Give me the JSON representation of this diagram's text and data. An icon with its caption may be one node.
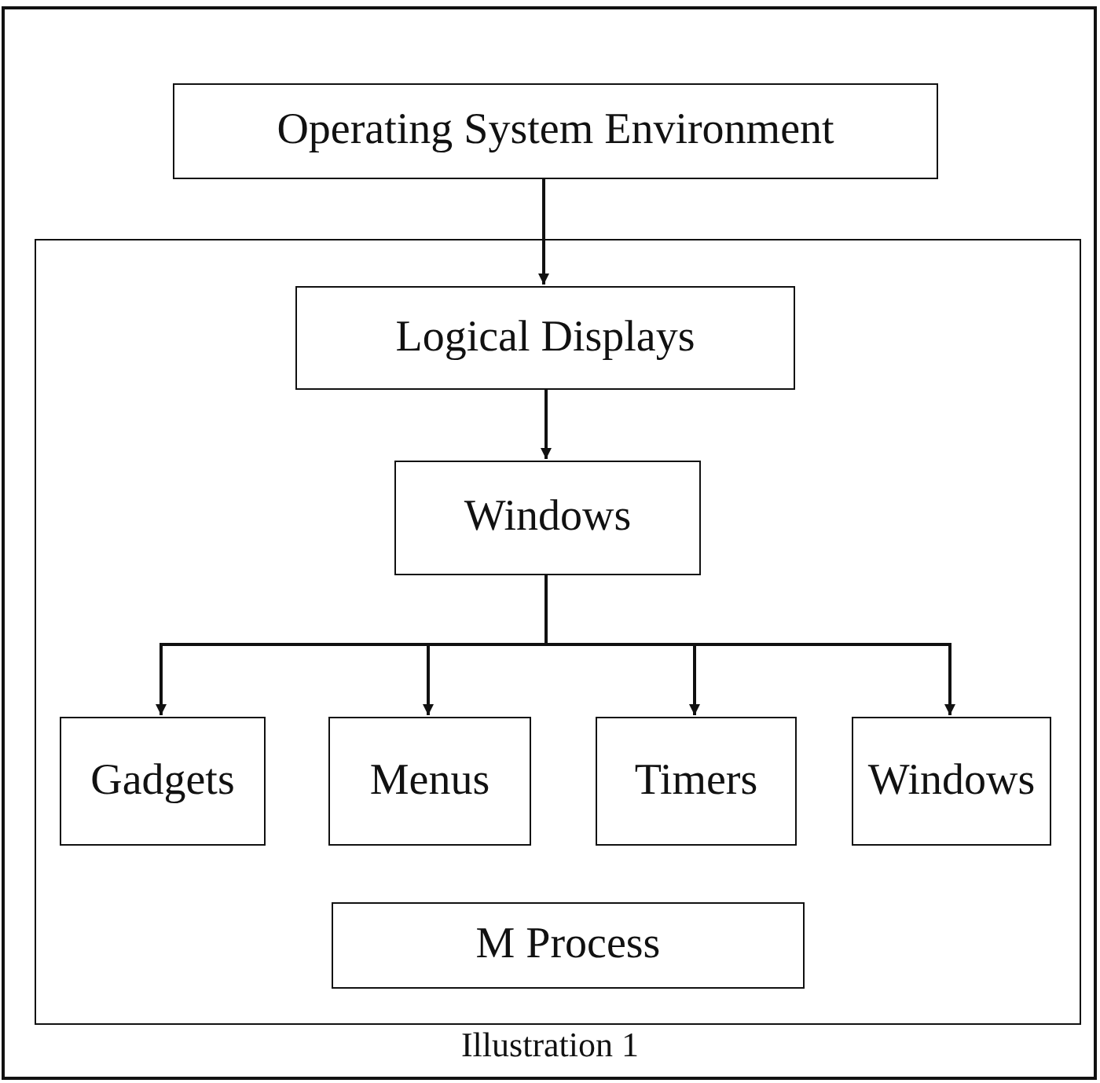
{
  "diagram": {
    "caption": "Illustration 1",
    "nodes": [
      {
        "text": [
          "Operating System Environment"
        ]
      },
      {
        "text": [],
        "shape": "box"
      },
      {
        "text": [
          "Logical Displays"
        ],
        "in": 1
      },
      {
        "text": [
          "Windows"
        ],
        "in": 1
      },
      {
        "text": [
          "Gadgets"
        ],
        "in": 1
      },
      {
        "text": [
          "Menus"
        ],
        "in": 1
      },
      {
        "text": [
          "Timers"
        ],
        "in": 1
      },
      {
        "text": [
          "Windows"
        ],
        "in": 1
      },
      {
        "text": [
          "M Process"
        ],
        "in": 1
      }
    ],
    "edges": [
      {
        "from": 0,
        "to": 2,
        "arrow": "to"
      },
      {
        "from": 2,
        "to": 3,
        "arrow": "to"
      },
      {
        "from": 3,
        "to": 4,
        "arrow": "to"
      },
      {
        "from": 3,
        "to": 5,
        "arrow": "to"
      },
      {
        "from": 3,
        "to": 6,
        "arrow": "to"
      },
      {
        "from": 3,
        "to": 7,
        "arrow": "to"
      }
    ]
  }
}
